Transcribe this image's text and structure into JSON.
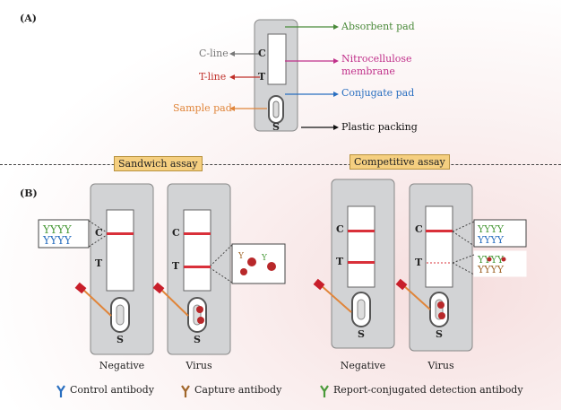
{
  "panel_a": {
    "label": "(A)",
    "strip_letters": {
      "c": "C",
      "t": "T",
      "s": "S"
    },
    "right_labels": {
      "absorbent_pad": "Absorbent pad",
      "nitrocellulose_membrane_1": "Nitrocellulose",
      "nitrocellulose_membrane_2": "membrane",
      "conjugate_pad": "Conjugate pad",
      "plastic_packing": "Plastic packing"
    },
    "left_labels": {
      "c_line": "C-line",
      "t_line": "T-line",
      "sample_pad": "Sample pad"
    },
    "colors": {
      "absorbent_pad": "#4a8a3a",
      "nitrocellulose": "#c0308a",
      "conjugate_pad": "#2a6fc0",
      "plastic_packing": "#111111",
      "c_line": "#777777",
      "t_line": "#c0302a",
      "sample_pad": "#e0853a"
    }
  },
  "panel_b": {
    "label": "(B)",
    "sandwich_title": "Sandwich assay",
    "competitive_title": "Competitive assay",
    "strip_letters": {
      "c": "C",
      "t": "T",
      "s": "S"
    },
    "captions": {
      "sandwich_negative": "Negative",
      "sandwich_virus": "Virus",
      "competitive_negative": "Negative",
      "competitive_virus": "Virus"
    }
  },
  "legend": {
    "control_antibody": "Control antibody",
    "capture_antibody": "Capture antibody",
    "report_antibody": "Report-conjugated detection antibody",
    "colors": {
      "control": "#2a6fc0",
      "capture": "#a0662a",
      "report": "#4a9a3a",
      "test_line": "#d9303a",
      "virus": "#b8282a"
    }
  }
}
